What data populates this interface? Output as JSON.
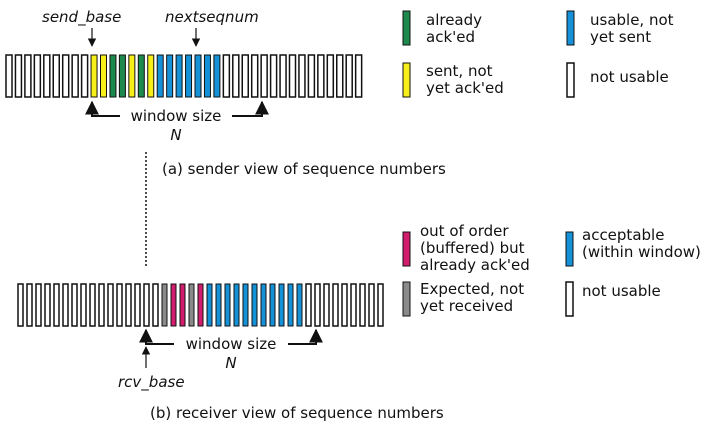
{
  "colors": {
    "acked": "#1b8a4c",
    "sent": "#f7ef1a",
    "usable": "#1591d8",
    "buffered": "#d21c6e",
    "expected": "#8a8a8a",
    "not_usable": "#ffffff",
    "outline": "#111111"
  },
  "sender": {
    "send_base_label": "send_base",
    "nextseqnum_label": "nextseqnum",
    "window_label": "window size",
    "window_n": "N",
    "caption": "(a) sender view of sequence numbers",
    "slots": [
      "none",
      "none",
      "none",
      "none",
      "none",
      "none",
      "none",
      "none",
      "none",
      "sent",
      "sent",
      "acked",
      "acked",
      "sent",
      "acked",
      "sent",
      "usable",
      "usable",
      "usable",
      "usable",
      "usable",
      "usable",
      "usable",
      "none",
      "none",
      "none",
      "none",
      "none",
      "none",
      "none",
      "none",
      "none",
      "none",
      "none",
      "none",
      "none",
      "none",
      "none"
    ]
  },
  "receiver": {
    "rcv_base_label": "rcv_base",
    "window_label": "window size",
    "window_n": "N",
    "caption": "(b) receiver view of sequence numbers",
    "slots": [
      "none",
      "none",
      "none",
      "none",
      "none",
      "none",
      "none",
      "none",
      "none",
      "none",
      "none",
      "none",
      "none",
      "none",
      "none",
      "none",
      "expected",
      "buffered",
      "buffered",
      "expected",
      "buffered",
      "usable",
      "usable",
      "usable",
      "usable",
      "usable",
      "usable",
      "usable",
      "usable",
      "usable",
      "usable",
      "usable",
      "none",
      "none",
      "none",
      "none",
      "none",
      "none",
      "none",
      "none",
      "none"
    ]
  },
  "legend_sender": {
    "acked": "already ack'ed",
    "sent": "sent, not yet ack'ed",
    "usable": "usable, not yet sent",
    "not_usable": "not usable"
  },
  "legend_receiver": {
    "buffered": "out of order (buffered) but already ack'ed",
    "expected": "Expected, not yet received",
    "acceptable": "acceptable (within window)",
    "not_usable": "not usable"
  }
}
